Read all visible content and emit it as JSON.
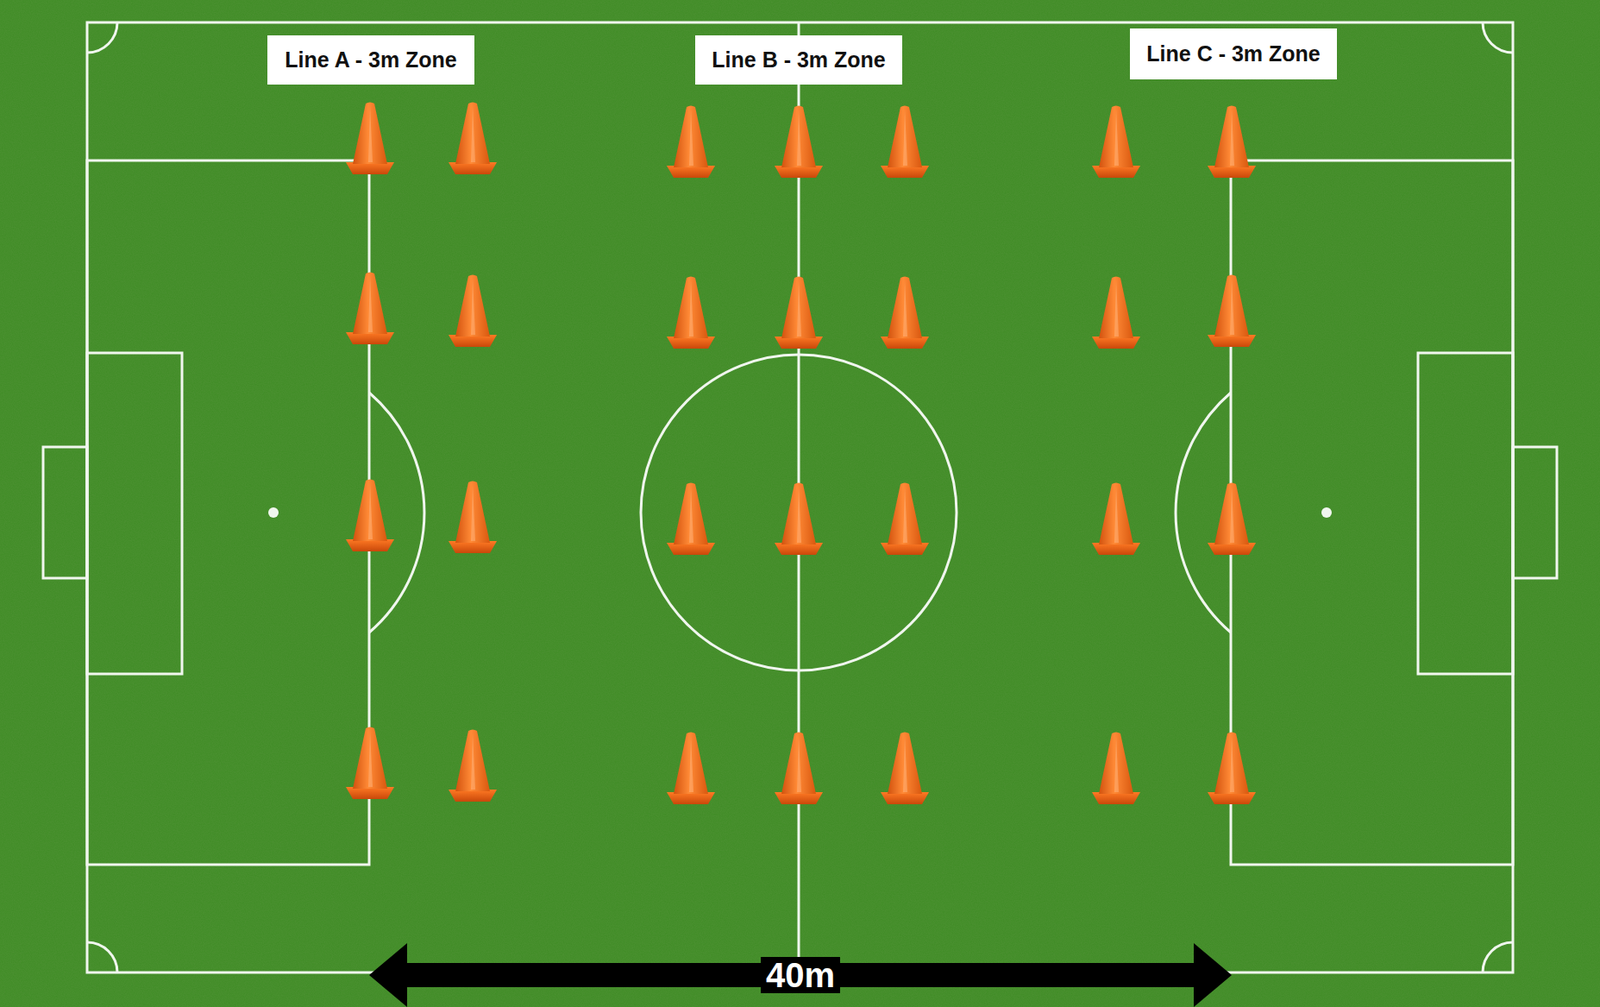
{
  "diagram": {
    "nodes": [
      {
        "text": [
          "Line A - 3m Zone"
        ]
      },
      {
        "text": [
          "Line B - 3m Zone"
        ]
      },
      {
        "text": [
          "Line C - 3m Zone"
        ]
      }
    ],
    "labels": [
      "40m"
    ]
  }
}
